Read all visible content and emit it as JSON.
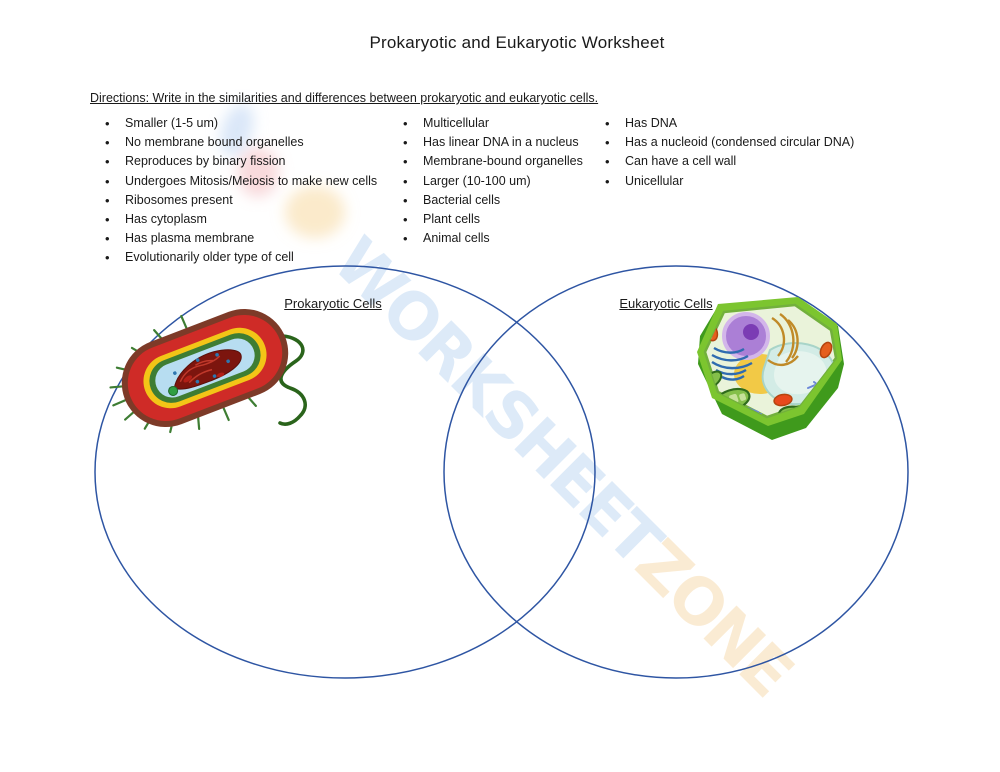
{
  "page": {
    "title": "Prokaryotic and Eukaryotic Worksheet",
    "directions": "Directions: Write in the similarities and differences between prokaryotic and eukaryotic cells."
  },
  "bullets": {
    "column_1": [
      "Smaller (1-5 um)",
      "No membrane bound organelles",
      "Reproduces by binary fission",
      "Undergoes Mitosis/Meiosis to make new cells",
      "Ribosomes present",
      "Has cytoplasm",
      "Has plasma membrane",
      "Evolutionarily older type of cell"
    ],
    "column_2": [
      "Multicellular",
      "Has linear DNA in a nucleus",
      "Membrane-bound organelles",
      "Larger (10-100 um)",
      "Bacterial cells",
      "Plant cells",
      "Animal cells"
    ],
    "column_3": [
      "Has DNA",
      "Has a nucleoid (condensed circular DNA)",
      "Can have a cell wall",
      "Unicellular"
    ]
  },
  "venn": {
    "left_label": "Prokaryotic Cells",
    "right_label": "Eukaryotic Cells",
    "circle_color": "#2e55a3"
  },
  "illustrations": {
    "left": "prokaryotic-bacterium-cell",
    "right": "eukaryotic-plant-cell"
  },
  "watermark": {
    "text_primary": "WORKSHEET",
    "text_secondary": "ZONE",
    "color_primary": "#b5d2f0",
    "color_secondary": "#f6d4a0"
  }
}
